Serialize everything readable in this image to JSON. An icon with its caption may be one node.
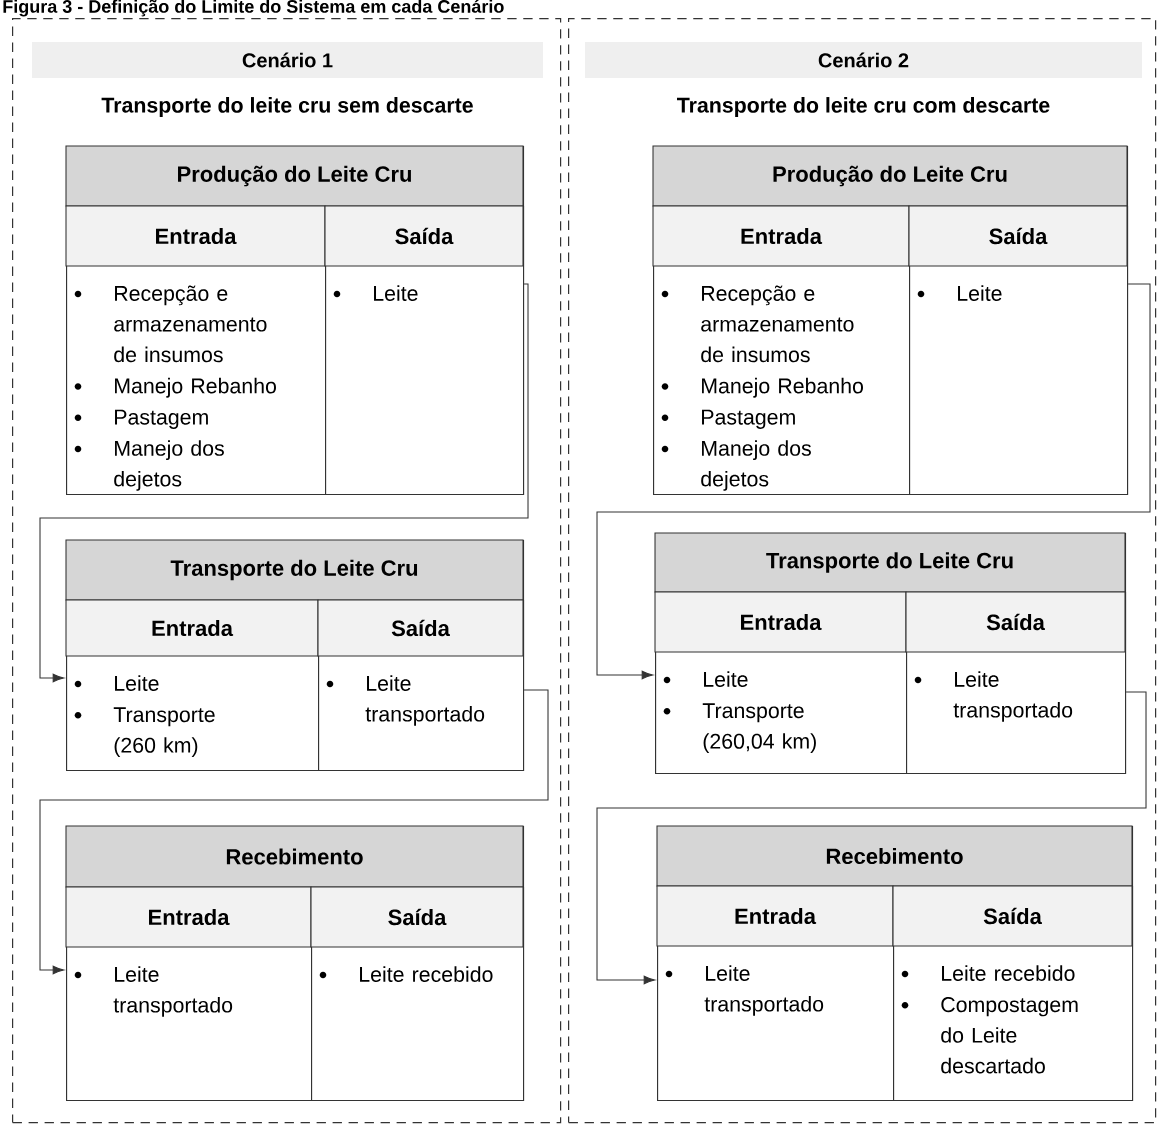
{
  "diagram": {
    "title": "Figura 3 - Definição do Limite do Sistema em cada Cenário",
    "nodes": [
      {
        "text": [
          "Cenário 1",
          "Transporte do leite cru sem descarte"
        ]
      },
      {
        "text": [
          "Produção do Leite Cru"
        ],
        "in": 0
      },
      {
        "text": [
          "Entrada",
          "Recepção e armazenamento de insumos",
          "Manejo Rebanho",
          "Pastagem",
          "Manejo dos dejetos"
        ],
        "in": 1
      },
      {
        "text": [
          "Saída",
          "Leite"
        ],
        "in": 1
      },
      {
        "text": [
          "Transporte do Leite Cru"
        ],
        "in": 0
      },
      {
        "text": [
          "Entrada",
          "Leite",
          "Transporte (260 km)"
        ],
        "in": 4
      },
      {
        "text": [
          "Saída",
          "Leite transportado"
        ],
        "in": 4
      },
      {
        "text": [
          "Recebimento"
        ],
        "in": 0
      },
      {
        "text": [
          "Entrada",
          "Leite transportado"
        ],
        "in": 7
      },
      {
        "text": [
          "Saída",
          "Leite recebido"
        ],
        "in": 7
      },
      {
        "text": [
          "Cenário 2",
          "Transporte do leite cru com descarte"
        ]
      },
      {
        "text": [
          "Produção do Leite Cru"
        ],
        "in": 10
      },
      {
        "text": [
          "Entrada",
          "Recepção e armazenamento de insumos",
          "Manejo Rebanho",
          "Pastagem",
          "Manejo dos dejetos"
        ],
        "in": 11
      },
      {
        "text": [
          "Saída",
          "Leite"
        ],
        "in": 11
      },
      {
        "text": [
          "Transporte do Leite Cru"
        ],
        "in": 10
      },
      {
        "text": [
          "Entrada",
          "Leite",
          "Transporte (260,04 km)"
        ],
        "in": 14
      },
      {
        "text": [
          "Saída",
          "Leite transportado"
        ],
        "in": 14
      },
      {
        "text": [
          "Recebimento"
        ],
        "in": 10
      },
      {
        "text": [
          "Entrada",
          "Leite transportado"
        ],
        "in": 17
      },
      {
        "text": [
          "Saída",
          "Leite recebido",
          "Compostagem do Leite descartado"
        ],
        "in": 17
      }
    ],
    "edges": [
      {
        "from": 3,
        "to": 5,
        "arrow": "to"
      },
      {
        "from": 6,
        "to": 8,
        "arrow": "to"
      },
      {
        "from": 13,
        "to": 15,
        "arrow": "to"
      },
      {
        "from": 16,
        "to": 18,
        "arrow": "to"
      }
    ]
  }
}
